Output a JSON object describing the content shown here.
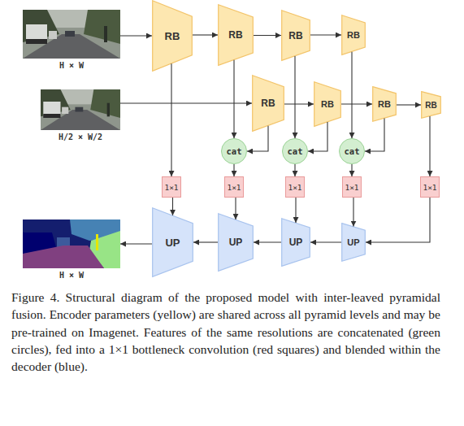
{
  "diagram": {
    "caption": "Figure 4. Structural diagram of the proposed model with inter-leaved pyramidal fusion. Encoder parameters (yellow) are shared across all pyramid levels and may be pre-trained on Imagenet. Features of the same resolutions are concatenated (green circles), fed into a 1×1 bottleneck convolution (red squares) and blended within the decoder (blue).",
    "nodes": [
      {
        "text": [
          "H × W"
        ]
      },
      {
        "text": [
          "RB"
        ]
      },
      {
        "text": [
          "RB"
        ]
      },
      {
        "text": [
          "RB"
        ]
      },
      {
        "text": [
          "RB"
        ]
      },
      {
        "text": [
          "H/2 × W/2"
        ]
      },
      {
        "text": [
          "RB"
        ]
      },
      {
        "text": [
          "RB"
        ]
      },
      {
        "text": [
          "RB"
        ]
      },
      {
        "text": [
          "RB"
        ]
      },
      {
        "text": [
          "cat"
        ]
      },
      {
        "text": [
          "cat"
        ]
      },
      {
        "text": [
          "cat"
        ]
      },
      {
        "text": [
          "1×1"
        ]
      },
      {
        "text": [
          "1×1"
        ]
      },
      {
        "text": [
          "1×1"
        ]
      },
      {
        "text": [
          "1×1"
        ]
      },
      {
        "text": [
          "1×1"
        ]
      },
      {
        "text": [
          "H × W"
        ]
      },
      {
        "text": [
          "UP"
        ]
      },
      {
        "text": [
          "UP"
        ]
      },
      {
        "text": [
          "UP"
        ]
      },
      {
        "text": [
          "UP"
        ]
      }
    ],
    "edges": [
      {
        "from": 0,
        "to": 1,
        "arrow": "to"
      },
      {
        "from": 1,
        "to": 2,
        "arrow": "to"
      },
      {
        "from": 2,
        "to": 3,
        "arrow": "to"
      },
      {
        "from": 3,
        "to": 4,
        "arrow": "to"
      },
      {
        "from": 5,
        "to": 6,
        "arrow": "to"
      },
      {
        "from": 6,
        "to": 7,
        "arrow": "to"
      },
      {
        "from": 7,
        "to": 8,
        "arrow": "to"
      },
      {
        "from": 8,
        "to": 9,
        "arrow": "to"
      },
      {
        "from": 1,
        "to": 13,
        "arrow": "to"
      },
      {
        "from": 2,
        "to": 10,
        "arrow": "to"
      },
      {
        "from": 6,
        "to": 10,
        "arrow": "to"
      },
      {
        "from": 3,
        "to": 11,
        "arrow": "to"
      },
      {
        "from": 7,
        "to": 11,
        "arrow": "to"
      },
      {
        "from": 4,
        "to": 12,
        "arrow": "to"
      },
      {
        "from": 8,
        "to": 12,
        "arrow": "to"
      },
      {
        "from": 10,
        "to": 14,
        "arrow": "to"
      },
      {
        "from": 11,
        "to": 15,
        "arrow": "to"
      },
      {
        "from": 12,
        "to": 16,
        "arrow": "to"
      },
      {
        "from": 9,
        "to": 17,
        "arrow": "to"
      },
      {
        "from": 13,
        "to": 19,
        "arrow": "to"
      },
      {
        "from": 14,
        "to": 20,
        "arrow": "to"
      },
      {
        "from": 15,
        "to": 21,
        "arrow": "to"
      },
      {
        "from": 16,
        "to": 22,
        "arrow": "to"
      },
      {
        "from": 17,
        "to": 22,
        "arrow": "to"
      },
      {
        "from": 22,
        "to": 21,
        "arrow": "to"
      },
      {
        "from": 21,
        "to": 20,
        "arrow": "to"
      },
      {
        "from": 20,
        "to": 19,
        "arrow": "to"
      },
      {
        "from": 19,
        "to": 18,
        "arrow": "to"
      }
    ]
  }
}
